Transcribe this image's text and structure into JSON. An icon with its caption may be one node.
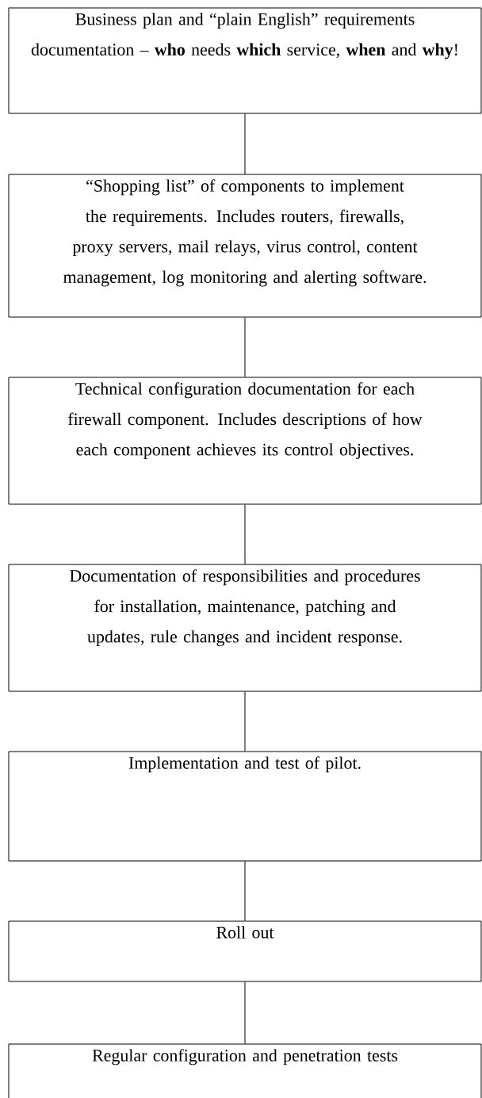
{
  "diagram": {
    "nodes": [
      {
        "text": [
          "Business plan and “plain English” requirements documentation – **who** needs **which** service, **when** and **why**!"
        ]
      },
      {
        "text": [
          "“Shopping list” of components to implement the requirements. Includes routers, firewalls, proxy servers, mail relays, virus control, content management, log monitoring and alerting software."
        ]
      },
      {
        "text": [
          "Technical configuration documentation for each firewall component. Includes descriptions of how each component achieves its control objectives."
        ]
      },
      {
        "text": [
          "Documentation of responsibilities and procedures for installation, maintenance, patching and updates, rule changes and incident response."
        ]
      },
      {
        "text": [
          "Implementation and test of pilot."
        ]
      },
      {
        "text": [
          "Roll out"
        ]
      },
      {
        "text": [
          "Regular configuration and penetration tests"
        ]
      }
    ],
    "edges": [
      {
        "from": 0,
        "to": 1,
        "arrow": "none"
      },
      {
        "from": 1,
        "to": 2,
        "arrow": "none"
      },
      {
        "from": 2,
        "to": 3,
        "arrow": "none"
      },
      {
        "from": 3,
        "to": 4,
        "arrow": "none"
      },
      {
        "from": 4,
        "to": 5,
        "arrow": "none"
      },
      {
        "from": 5,
        "to": 6,
        "arrow": "none"
      }
    ]
  }
}
